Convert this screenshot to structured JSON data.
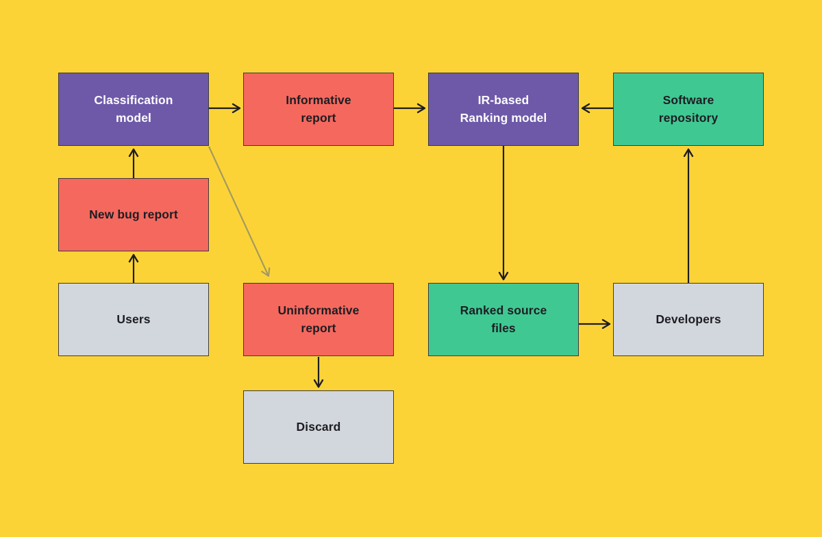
{
  "diagram": {
    "background_color": "#fcd337",
    "colors": {
      "purple_node": "#6e59a8",
      "coral_node": "#f5685e",
      "green_node": "#40c893",
      "gray_node": "#d2d7de",
      "node_border": "#3a3940",
      "arrow": "#1d1d22",
      "muted_arrow": "#a39a5f",
      "text_dark": "#1d1d22",
      "text_light": "#fcfbff"
    },
    "nodes": {
      "classification_model": {
        "label": "Classification\nmodel",
        "color": "purple"
      },
      "informative_report": {
        "label": "Informative\nreport",
        "color": "coral"
      },
      "ir_based_ranking_model": {
        "label": "IR-based\nRanking model",
        "color": "purple"
      },
      "software_repository": {
        "label": "Software\nrepository",
        "color": "green"
      },
      "new_bug_report": {
        "label": "New bug report",
        "color": "coral"
      },
      "users": {
        "label": "Users",
        "color": "gray"
      },
      "uninformative_report": {
        "label": "Uninformative\nreport",
        "color": "coral"
      },
      "ranked_source_files": {
        "label": "Ranked source\nfiles",
        "color": "green"
      },
      "developers": {
        "label": "Developers",
        "color": "gray"
      },
      "discard": {
        "label": "Discard",
        "color": "gray"
      }
    },
    "edges": [
      {
        "from": "users",
        "to": "new_bug_report",
        "style": "solid"
      },
      {
        "from": "new_bug_report",
        "to": "classification_model",
        "style": "solid"
      },
      {
        "from": "classification_model",
        "to": "informative_report",
        "style": "solid"
      },
      {
        "from": "informative_report",
        "to": "ir_based_ranking_model",
        "style": "solid"
      },
      {
        "from": "software_repository",
        "to": "ir_based_ranking_model",
        "style": "solid"
      },
      {
        "from": "ir_based_ranking_model",
        "to": "ranked_source_files",
        "style": "solid"
      },
      {
        "from": "ranked_source_files",
        "to": "developers",
        "style": "solid"
      },
      {
        "from": "developers",
        "to": "software_repository",
        "style": "solid"
      },
      {
        "from": "classification_model",
        "to": "uninformative_report",
        "style": "muted"
      },
      {
        "from": "uninformative_report",
        "to": "discard",
        "style": "solid"
      }
    ]
  }
}
